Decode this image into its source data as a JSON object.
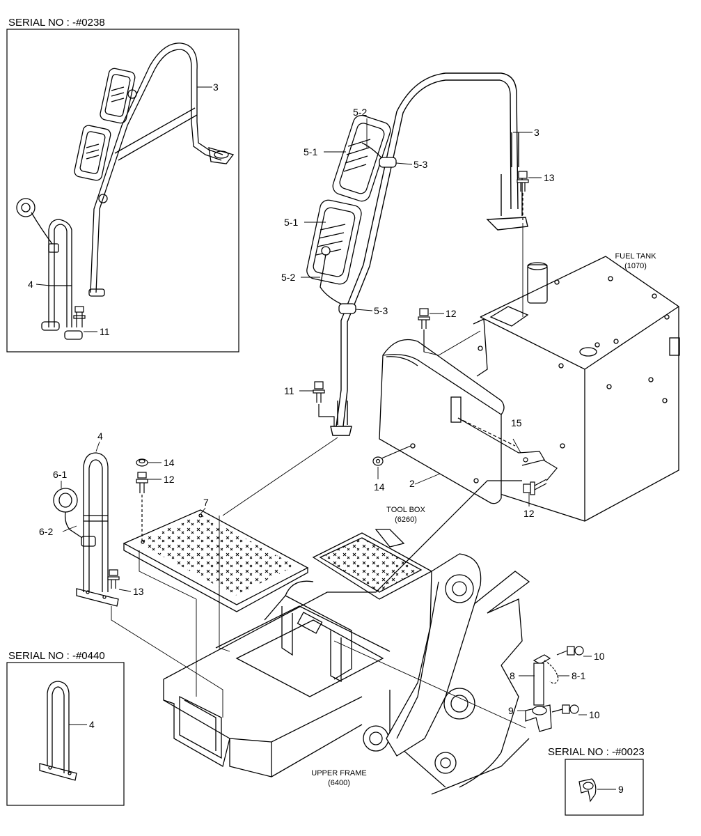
{
  "serial_captions": {
    "top_left": "SERIAL NO : -#0238",
    "bottom_left": "SERIAL NO : -#0440",
    "bottom_right": "SERIAL NO : -#0023"
  },
  "references": {
    "fuel_tank": [
      "FUEL TANK",
      "(1070)"
    ],
    "tool_box": [
      "TOOL BOX",
      "(6260)"
    ],
    "upper_frame": [
      "UPPER FRAME",
      "(6400)"
    ]
  },
  "callouts": {
    "inset_tl_3": "3",
    "inset_tl_4": "4",
    "inset_tl_11": "11",
    "main_3": "3",
    "main_5_2_top": "5-2",
    "main_5_1_top": "5-1",
    "main_5_3_top": "5-3",
    "main_13_top": "13",
    "main_5_1_bottom": "5-1",
    "main_5_2_bottom": "5-2",
    "main_5_3_bottom": "5-3",
    "main_12_top": "12",
    "main_11": "11",
    "main_15": "15",
    "main_14_box": "14",
    "main_2": "2",
    "main_12_box": "12",
    "main_4": "4",
    "main_6_1": "6-1",
    "main_6_2": "6-2",
    "main_14_left": "14",
    "main_12_left": "12",
    "main_7": "7",
    "main_13_left": "13",
    "main_10_top": "10",
    "main_8": "8",
    "main_8_1": "8-1",
    "main_9": "9",
    "main_10_bottom": "10",
    "inset_bl_4": "4",
    "inset_br_9": "9"
  }
}
